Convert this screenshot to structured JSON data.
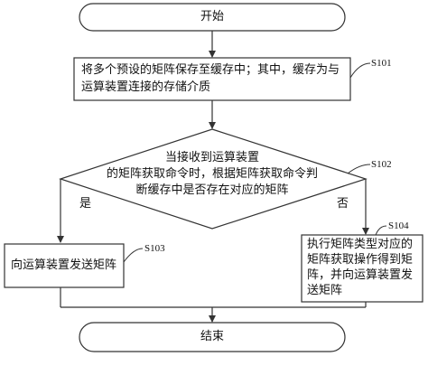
{
  "flow": {
    "start": "开始",
    "end": "结束",
    "s101": {
      "id": "S101",
      "lines": [
        "将多个预设的矩阵保存至缓存中；其中，缓存为与",
        "运算装置连接的存储介质"
      ]
    },
    "s102": {
      "id": "S102",
      "lines": [
        "当接收到运算装置",
        "的矩阵获取命令时，根据矩阵获取命令判",
        "断缓存中是否存在对应的矩阵"
      ],
      "yes_label": "是",
      "no_label": "否"
    },
    "s103": {
      "id": "S103",
      "lines": [
        "向运算装置发送矩阵"
      ]
    },
    "s104": {
      "id": "S104",
      "lines": [
        "执行矩阵类型对应的",
        "矩阵获取操作得到矩",
        "阵，并向运算装置发",
        "送矩阵"
      ]
    }
  },
  "colors": {
    "stroke": "#333333",
    "fill": "#ffffff",
    "text": "#111111"
  }
}
